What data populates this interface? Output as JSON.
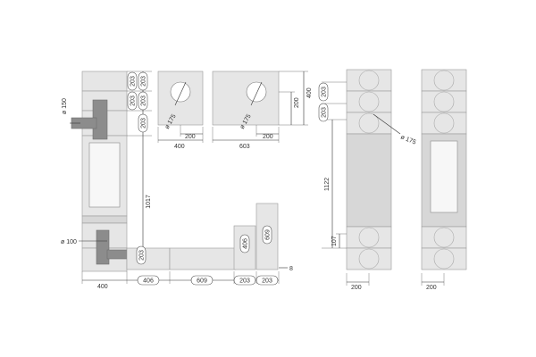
{
  "dimensions": {
    "d203_a": "203",
    "d203_b": "203",
    "d203_c": "203",
    "d203_d": "203",
    "d203_e": "203",
    "d203_f": "203",
    "d203_g": "203",
    "d203_h": "203",
    "d1017": "1017",
    "d400_left": "400",
    "d406_a": "406",
    "d406_b": "406",
    "d609_a": "609",
    "d609_b": "609",
    "d203_bottom1": "203",
    "d203_bottom2": "203",
    "d8": "8",
    "d400_top": "400",
    "d603": "603",
    "d200_a": "200",
    "d200_b": "200",
    "d200_c": "200",
    "d400_right": "400",
    "d1122": "1122",
    "d107": "107",
    "d200_front": "200",
    "d200_side": "200"
  },
  "diameters": {
    "phi150": "ø 150",
    "phi175_a": "ø 175",
    "phi175_b": "ø 175",
    "phi175_c": "ø 175",
    "phi100": "ø 100"
  }
}
